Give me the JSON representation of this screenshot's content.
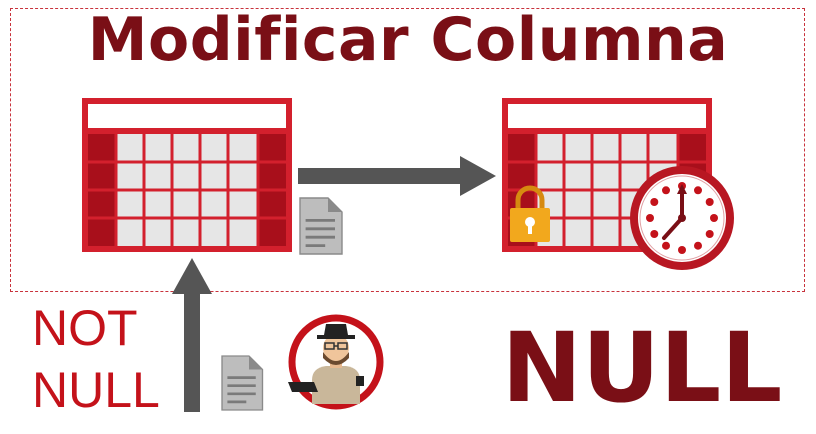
{
  "title": "Modificar Columna",
  "constraint_line1": "NOT",
  "constraint_line2": "NULL",
  "result_label": "NULL",
  "icons": [
    "table-icon",
    "arrow-right-icon",
    "document-icon",
    "locked-table-icon",
    "lock-icon",
    "clock-icon",
    "arrow-up-icon",
    "developer-avatar-icon"
  ],
  "colors": {
    "title": "#7a0f16",
    "accent": "#c4121a",
    "table_header": "#d3202d",
    "table_dark": "#a80f1b",
    "table_cells": "#e6e6e6",
    "arrow": "#555555",
    "lock": "#f2a81d"
  }
}
